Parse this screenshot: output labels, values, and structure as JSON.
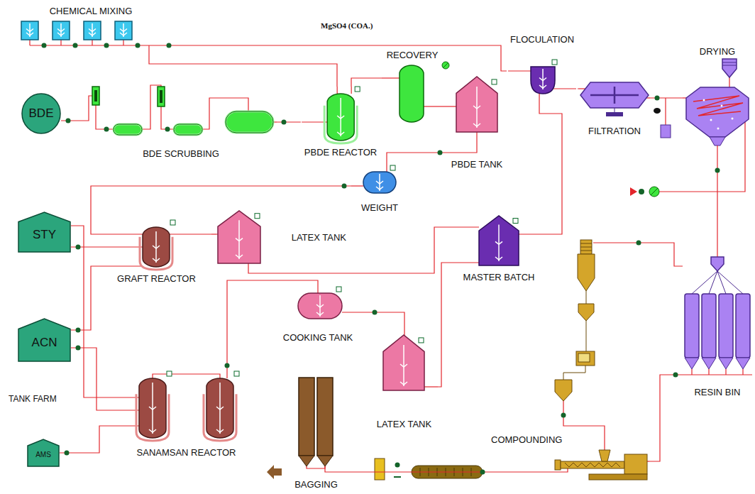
{
  "diagram": {
    "nodes": [
      {
        "text": [
          "CHEMICAL MIXING"
        ]
      },
      {
        "text": [
          "BDE"
        ]
      },
      {
        "text": [
          "BDE SCRUBBING"
        ]
      },
      {
        "text": [
          "PBDE REACTOR"
        ]
      },
      {
        "text": [
          "RECOVERY"
        ]
      },
      {
        "text": [
          "PBDE TANK"
        ]
      },
      {
        "text": [
          "WEIGHT"
        ]
      },
      {
        "text": [
          "FLOCULATION"
        ]
      },
      {
        "text": [
          "FILTRATION"
        ]
      },
      {
        "text": [
          "DRYING"
        ]
      },
      {
        "text": [
          "STY"
        ]
      },
      {
        "text": [
          "GRAFT REACTOR"
        ]
      },
      {
        "text": [
          "LATEX TANK"
        ]
      },
      {
        "text": [
          "MASTER BATCH"
        ]
      },
      {
        "text": [
          "ACN"
        ]
      },
      {
        "text": [
          "COOKING TANK"
        ]
      },
      {
        "text": [
          "LATEX TANK"
        ]
      },
      {
        "text": [
          "SANAMSAN REACTOR"
        ]
      },
      {
        "text": [
          "AMS"
        ]
      },
      {
        "text": [
          "RESIN BIN"
        ]
      },
      {
        "text": [
          "COMPOUNDING"
        ]
      },
      {
        "text": [
          "BAGGING"
        ]
      }
    ],
    "edges": [
      {
        "from": 0,
        "to": 3,
        "arrow": "none"
      },
      {
        "from": 0,
        "to": 7,
        "arrow": "none"
      },
      {
        "from": 1,
        "to": 2,
        "arrow": "none"
      },
      {
        "from": 2,
        "to": 3,
        "arrow": "none"
      },
      {
        "from": 3,
        "to": 4,
        "arrow": "none"
      },
      {
        "from": 4,
        "to": 5,
        "arrow": "none"
      },
      {
        "from": 5,
        "to": 6,
        "arrow": "none"
      },
      {
        "from": 6,
        "to": 11,
        "arrow": "none"
      },
      {
        "from": 10,
        "to": 11,
        "arrow": "none"
      },
      {
        "from": 10,
        "to": 17,
        "arrow": "none"
      },
      {
        "from": 14,
        "to": 17,
        "arrow": "none"
      },
      {
        "from": 14,
        "to": 11,
        "arrow": "none"
      },
      {
        "from": 18,
        "to": 17,
        "arrow": "none"
      },
      {
        "from": 11,
        "to": 12,
        "arrow": "none"
      },
      {
        "from": 12,
        "to": 13,
        "arrow": "none"
      },
      {
        "from": 17,
        "to": 15,
        "arrow": "none"
      },
      {
        "from": 15,
        "to": 16,
        "arrow": "none"
      },
      {
        "from": 16,
        "to": 13,
        "arrow": "none"
      },
      {
        "from": 13,
        "to": 7,
        "arrow": "none"
      },
      {
        "from": 7,
        "to": 8,
        "arrow": "none"
      },
      {
        "from": 8,
        "to": 9,
        "arrow": "none"
      },
      {
        "from": 9,
        "to": 19,
        "arrow": "none"
      },
      {
        "from": 19,
        "to": 20,
        "arrow": "none"
      },
      {
        "from": 20,
        "to": 21,
        "arrow": "none"
      }
    ],
    "labels": [
      "MgSO4 (COA.)",
      "TANK FARM"
    ]
  }
}
